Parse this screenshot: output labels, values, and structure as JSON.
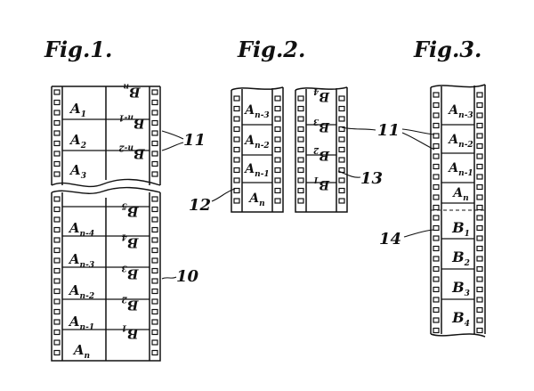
{
  "figures": [
    {
      "caption": "Fig.1."
    },
    {
      "caption": "Fig.2."
    },
    {
      "caption": "Fig.3."
    }
  ],
  "fig1_top": {
    "left": [
      {
        "b": "A",
        "s": "1"
      },
      {
        "b": "A",
        "s": "2"
      },
      {
        "b": "A",
        "s": "3"
      }
    ],
    "right": [
      {
        "b": "B",
        "s": "n"
      },
      {
        "b": "B",
        "s": "n-1"
      },
      {
        "b": "B",
        "s": "n-2"
      }
    ]
  },
  "fig1_bottom": {
    "left": [
      {
        "b": "A",
        "s": "n-4"
      },
      {
        "b": "A",
        "s": "n-3"
      },
      {
        "b": "A",
        "s": "n-2"
      },
      {
        "b": "A",
        "s": "n-1"
      },
      {
        "b": "A",
        "s": "n"
      }
    ],
    "right": [
      {
        "b": "B",
        "s": "5"
      },
      {
        "b": "B",
        "s": "4"
      },
      {
        "b": "B",
        "s": "3"
      },
      {
        "b": "B",
        "s": "2"
      },
      {
        "b": "B",
        "s": "1"
      }
    ]
  },
  "fig2_a": [
    {
      "b": "A",
      "s": "n-3"
    },
    {
      "b": "A",
      "s": "n-2"
    },
    {
      "b": "A",
      "s": "n-1"
    },
    {
      "b": "A",
      "s": "n"
    }
  ],
  "fig2_b": [
    {
      "b": "B",
      "s": "4"
    },
    {
      "b": "B",
      "s": "3"
    },
    {
      "b": "B",
      "s": "2"
    },
    {
      "b": "B",
      "s": "1"
    }
  ],
  "fig3_a": [
    {
      "b": "A",
      "s": "n-3"
    },
    {
      "b": "A",
      "s": "n-2"
    },
    {
      "b": "A",
      "s": "n-1"
    },
    {
      "b": "A",
      "s": "n"
    }
  ],
  "fig3_b": [
    {
      "b": "B",
      "s": "1"
    },
    {
      "b": "B",
      "s": "2"
    },
    {
      "b": "B",
      "s": "3"
    },
    {
      "b": "B",
      "s": "4"
    }
  ],
  "refs": {
    "r10": "10",
    "r11_fig1": "11",
    "r11_fig3": "11",
    "r12": "12",
    "r13": "13",
    "r14": "14"
  }
}
